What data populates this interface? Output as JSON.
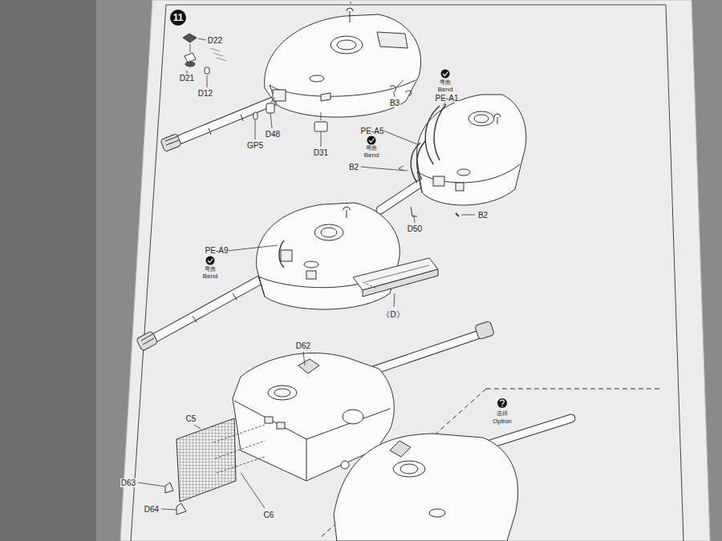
{
  "diagram": {
    "nodes": [
      {
        "text": [
          "11"
        ]
      }
    ],
    "labels": [
      "D22",
      "D21",
      "D12",
      "D48",
      "GP5",
      "D31",
      "B3",
      "弯曲",
      "Bend",
      "PE-A1",
      "PE-A5",
      "弯曲",
      "Bend",
      "B2",
      "D50",
      "B2",
      "PE-A9",
      "弯曲",
      "Bend",
      "《D》",
      "D62",
      "C5",
      "选择",
      "Option",
      "D63",
      "D64",
      "C6"
    ]
  }
}
